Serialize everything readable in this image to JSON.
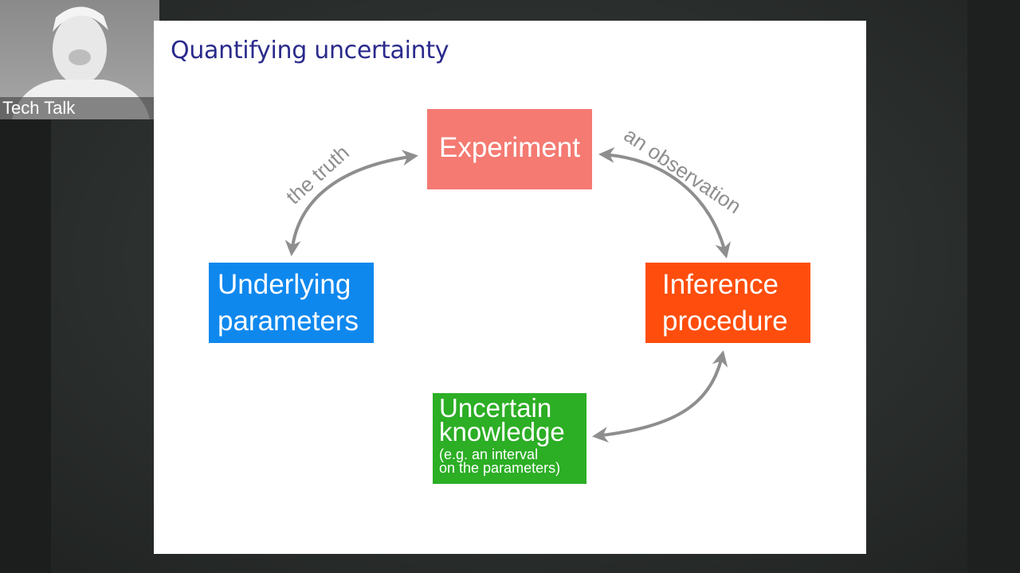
{
  "webcam": {
    "label": "Tech Talk"
  },
  "slide": {
    "title": "Quantifying uncertainty",
    "boxes": {
      "experiment": "Experiment",
      "underlying_line1": "Underlying",
      "underlying_line2": "parameters",
      "inference_line1": "Inference",
      "inference_line2": "procedure",
      "uncertain_line1": "Uncertain",
      "uncertain_line2": "knowledge",
      "uncertain_sub1": "(e.g. an interval",
      "uncertain_sub2": "on the parameters)"
    },
    "arrow_labels": {
      "truth": "the truth",
      "observation": "an observation"
    },
    "colors": {
      "experiment": "#f47a72",
      "underlying": "#0f88ee",
      "inference": "#fe4d0c",
      "uncertain": "#2cae25",
      "title": "#2a2a8c",
      "arrow": "#8e8e8e"
    }
  }
}
